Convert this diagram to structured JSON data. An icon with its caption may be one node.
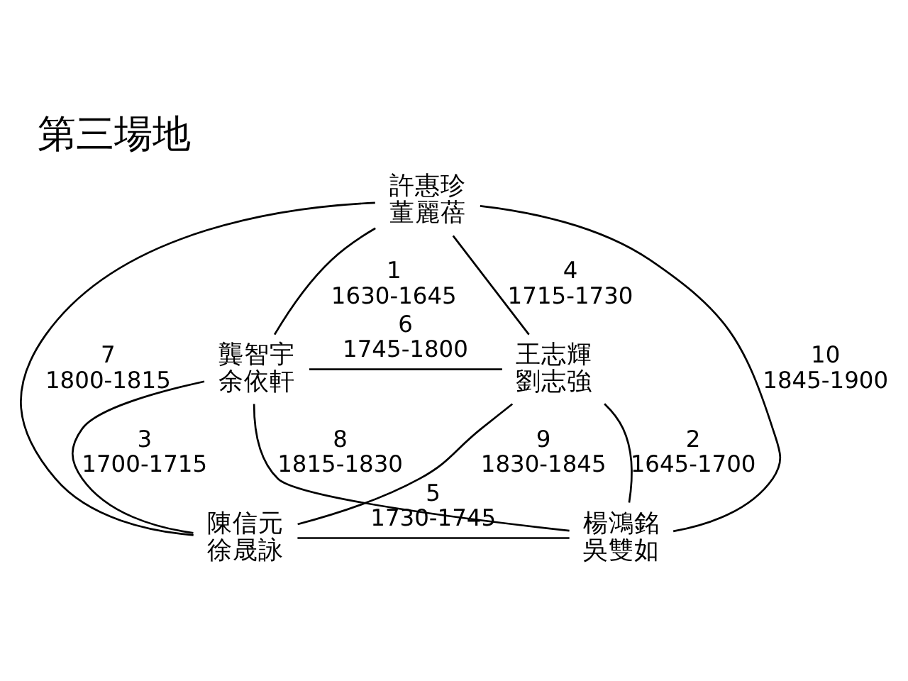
{
  "diagram": {
    "title": "第三場地",
    "nodes": [
      {
        "text": [
          "許惠珍",
          "董麗蓓"
        ]
      },
      {
        "text": [
          "龔智宇",
          "余依軒"
        ]
      },
      {
        "text": [
          "王志輝",
          "劉志強"
        ]
      },
      {
        "text": [
          "陳信元",
          "徐晟詠"
        ]
      },
      {
        "text": [
          "楊鴻銘",
          "吳雙如"
        ]
      }
    ],
    "edges": [
      {
        "from": 0,
        "to": 1,
        "arrow": "none",
        "label": "1 1630-1645"
      },
      {
        "from": 2,
        "to": 4,
        "arrow": "none",
        "label": "2 1645-1700"
      },
      {
        "from": 1,
        "to": 3,
        "arrow": "none",
        "label": "3 1700-1715"
      },
      {
        "from": 0,
        "to": 2,
        "arrow": "none",
        "label": "4 1715-1730"
      },
      {
        "from": 3,
        "to": 4,
        "arrow": "none",
        "label": "5 1730-1745"
      },
      {
        "from": 1,
        "to": 2,
        "arrow": "none",
        "label": "6 1745-1800"
      },
      {
        "from": 3,
        "to": 0,
        "arrow": "none",
        "label": "7 1800-1815"
      },
      {
        "from": 1,
        "to": 4,
        "arrow": "none",
        "label": "8 1815-1830"
      },
      {
        "from": 3,
        "to": 2,
        "arrow": "none",
        "label": "9 1830-1845"
      },
      {
        "from": 0,
        "to": 4,
        "arrow": "none",
        "label": "10 1845-1900"
      }
    ]
  }
}
